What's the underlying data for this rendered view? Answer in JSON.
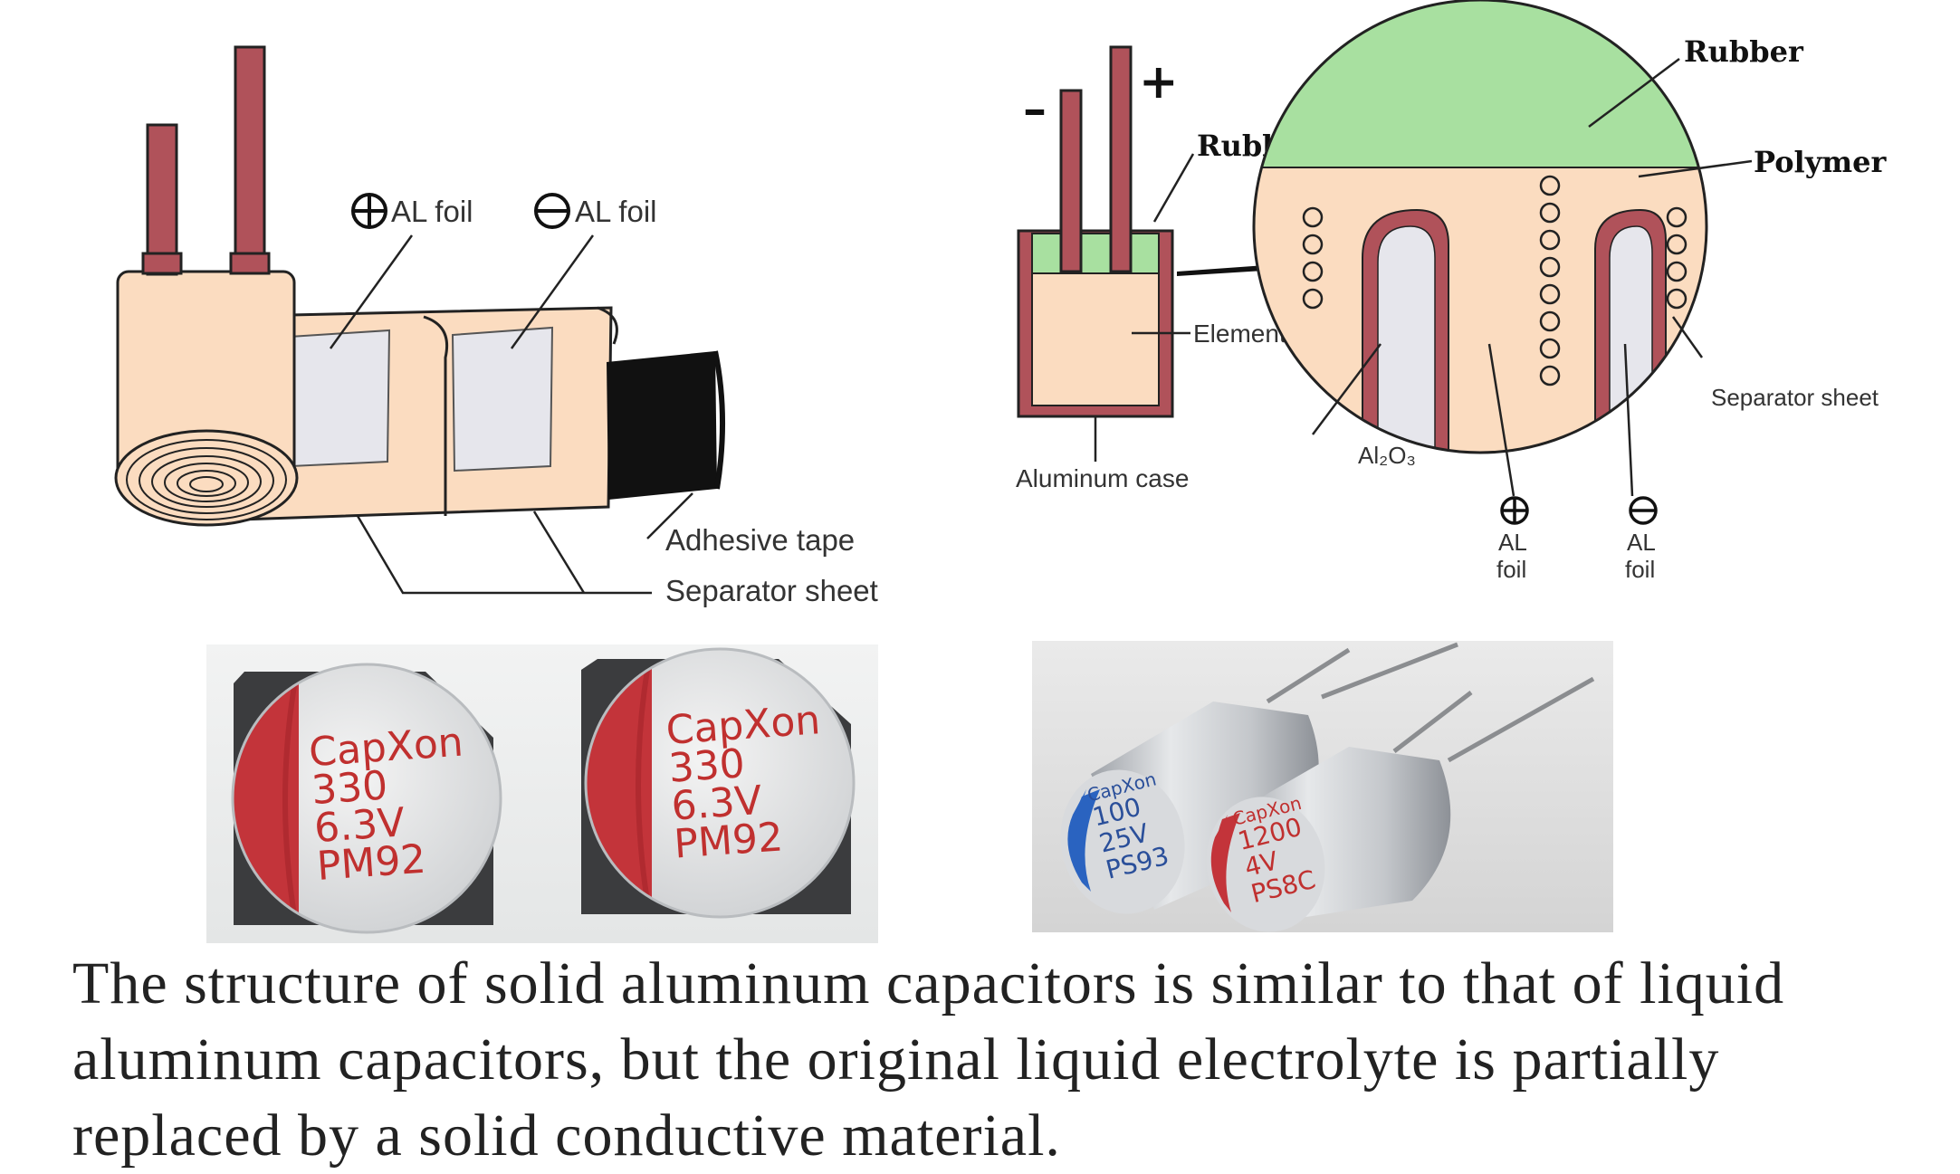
{
  "left_diagram": {
    "pos_foil_label": "AL  foil",
    "neg_foil_label": "AL  foil",
    "adhesive_tape_label": "Adhesive tape",
    "separator_sheet_label": "Separator sheet"
  },
  "right_diagram": {
    "minus_sign": "–",
    "plus_sign": "+",
    "rubber_label_left": "Rubber",
    "element_label": "Element",
    "aluminum_case_label": "Aluminum case",
    "rubber_label_zoom": "Rubber",
    "polymer_label": "Polymer",
    "separator_sheet_label": "Separator sheet",
    "oxide_label": "Al₂O₃",
    "pos_foil_label_1": "AL",
    "pos_foil_label_2": "foil",
    "neg_foil_label_1": "AL",
    "neg_foil_label_2": "foil"
  },
  "photo_smd": {
    "cap1": [
      "CapXon",
      "330",
      "6.3V",
      "PM92"
    ],
    "cap2": [
      "CapXon",
      "330",
      "6.3V",
      "PM92"
    ]
  },
  "photo_radial": {
    "cap_blue": [
      "CapXon",
      "100",
      "25V",
      "PS93"
    ],
    "cap_red": [
      "CapXon",
      "1200",
      "4V",
      "PS8C"
    ]
  },
  "colors": {
    "skin": "#fbdcc0",
    "lead": "#b0525a",
    "foil": "#e6e6ec",
    "rubber": "#a8e0a0",
    "red_band": "#c3343a",
    "blue_band": "#2a63c0"
  },
  "caption": "The structure of solid aluminum capacitors is similar to that of liquid aluminum capacitors, but the original liquid electrolyte is partially replaced by a solid conductive material."
}
